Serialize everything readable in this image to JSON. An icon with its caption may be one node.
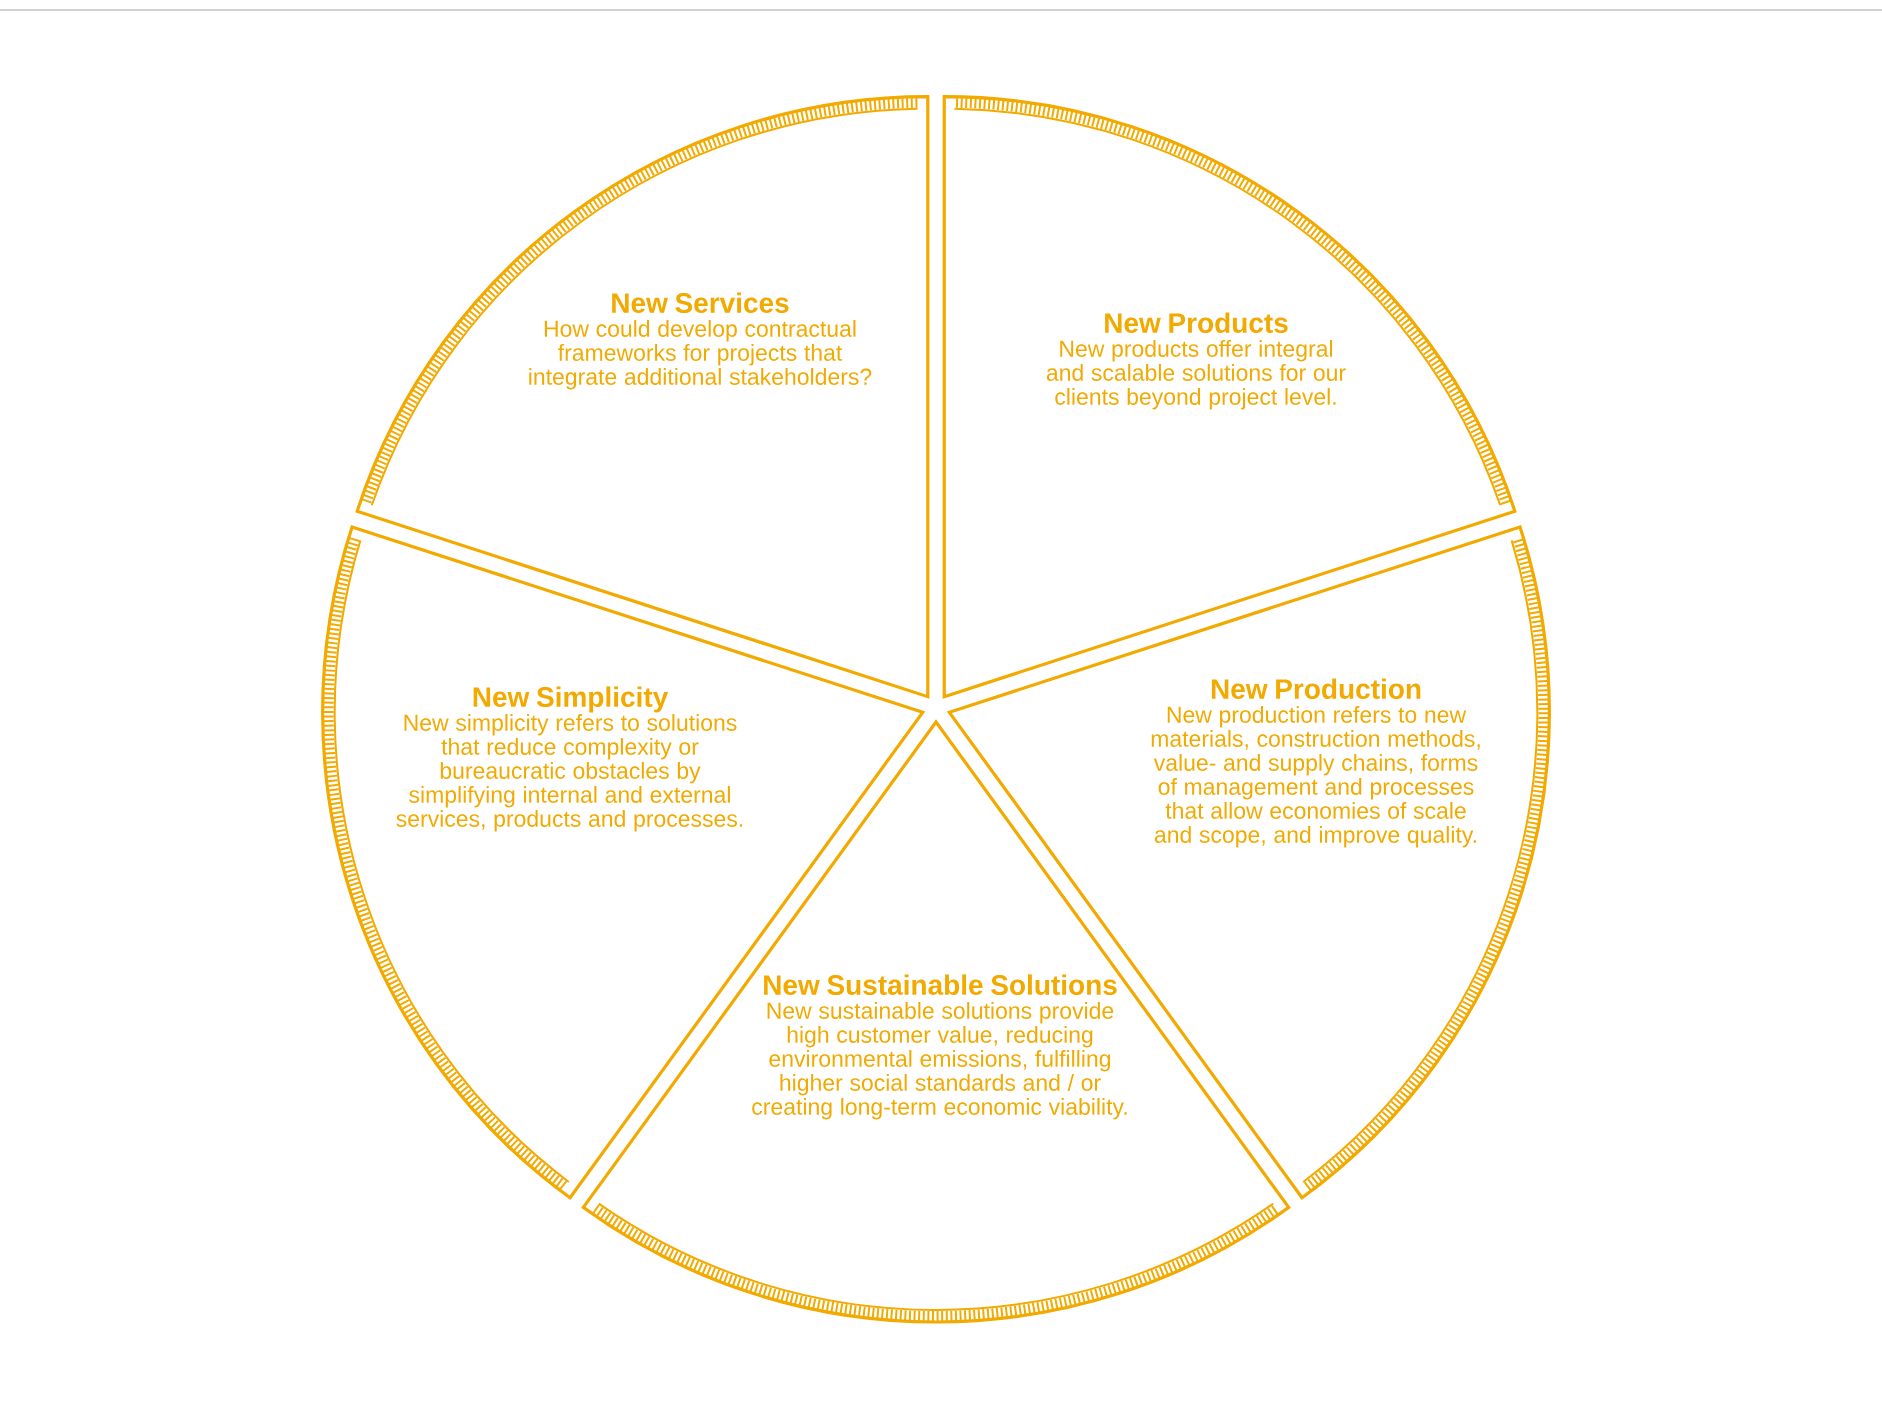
{
  "diagram": {
    "nodes": [
      {
        "text": [
          "New Services",
          "How could develop contractual frameworks for projects that integrate additional stakeholders?"
        ]
      },
      {
        "text": [
          "New Products",
          "New products offer integral and scalable solutions for our clients beyond project level."
        ]
      },
      {
        "text": [
          "New Simplicity",
          "New simplicity refers to solutions that reduce complexity or bureaucratic obstacles by simplifying internal and external services, products and processes."
        ]
      },
      {
        "text": [
          "New Production",
          "New production refers to new materials, construction methods, value- and supply chains, forms of management and processes that allow economies of scale and scope, and improve quality."
        ]
      },
      {
        "text": [
          "New Sustainable Solutions",
          "New sustainable solutions provide high customer value, reducing environmental emissions, fulfilling higher social standards and / or creating long-term economic viability."
        ]
      }
    ],
    "edges": []
  }
}
